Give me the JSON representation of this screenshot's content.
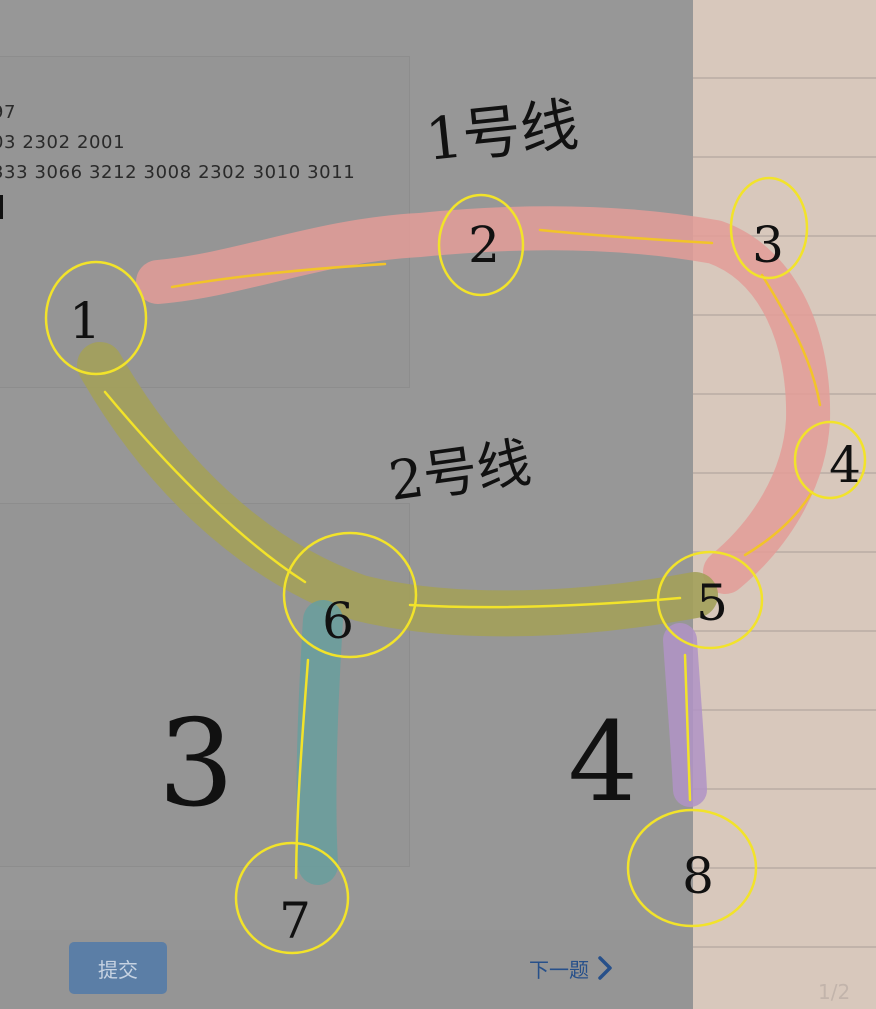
{
  "app": {
    "data_lines": [
      "97",
      "03  2302  2001",
      "333  3066  3212  3008  2302  3010  3011"
    ],
    "submit_label": "提交",
    "next_label": "下一题",
    "next_icon": "chevron-right-icon",
    "page_indicator": "1/2"
  },
  "annotation": {
    "line_labels": {
      "line1": "1号线",
      "line2": "2号线",
      "line3": "3",
      "line4": "4"
    },
    "stations": [
      "1",
      "2",
      "3",
      "4",
      "5",
      "6",
      "7",
      "8"
    ],
    "colors": {
      "line1": "#e39c98",
      "line2": "#a3a05a",
      "line3": "#6a9d9c",
      "line4": "#b093c6",
      "circle": "#f2e32a",
      "ink": "#111111"
    }
  }
}
